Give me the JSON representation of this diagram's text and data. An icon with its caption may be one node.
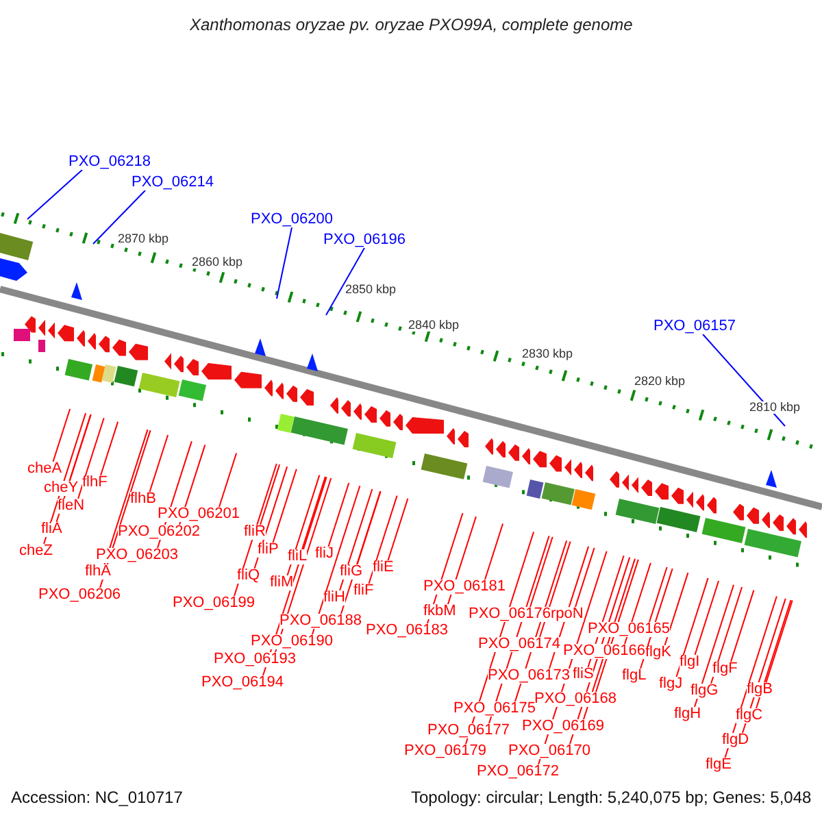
{
  "diagram": {
    "title": "Xanthomonas oryzae pv. oryzae PXO99A, complete genome",
    "nodes": [
      {
        "text": [
          "PXO_06218"
        ]
      },
      {
        "text": [
          "PXO_06214"
        ]
      },
      {
        "text": [
          "PXO_06200"
        ]
      },
      {
        "text": [
          "PXO_06196"
        ]
      },
      {
        "text": [
          "PXO_06157"
        ]
      },
      {
        "text": [
          "cheA"
        ]
      },
      {
        "text": [
          "cheY"
        ]
      },
      {
        "text": [
          "fleN"
        ]
      },
      {
        "text": [
          "flhF"
        ]
      },
      {
        "text": [
          "fliA"
        ]
      },
      {
        "text": [
          "flhB"
        ]
      },
      {
        "text": [
          "PXO_06201"
        ]
      },
      {
        "text": [
          "PXO_06202"
        ]
      },
      {
        "text": [
          "cheZ"
        ]
      },
      {
        "text": [
          "PXO_06203"
        ]
      },
      {
        "text": [
          "flhA"
        ]
      },
      {
        "text": [
          "PXO_06206"
        ]
      },
      {
        "text": [
          "PXO_06199"
        ]
      },
      {
        "text": [
          "fliR"
        ]
      },
      {
        "text": [
          "fliP"
        ]
      },
      {
        "text": [
          "fliQ"
        ]
      },
      {
        "text": [
          "fliL"
        ]
      },
      {
        "text": [
          "fliJ"
        ]
      },
      {
        "text": [
          "fliM"
        ]
      },
      {
        "text": [
          "fliG"
        ]
      },
      {
        "text": [
          "fliE"
        ]
      },
      {
        "text": [
          "fliF"
        ]
      },
      {
        "text": [
          "fliH"
        ]
      },
      {
        "text": [
          "PXO_06188"
        ]
      },
      {
        "text": [
          "PXO_06190"
        ]
      },
      {
        "text": [
          "PXO_06193"
        ]
      },
      {
        "text": [
          "PXO_06194"
        ]
      },
      {
        "text": [
          "PXO_06183"
        ]
      },
      {
        "text": [
          "PXO_06181"
        ]
      },
      {
        "text": [
          "fkbM"
        ]
      },
      {
        "text": [
          "PXO_06176"
        ]
      },
      {
        "text": [
          "rpoN"
        ]
      },
      {
        "text": [
          "PXO_06174"
        ]
      },
      {
        "text": [
          "PXO_06173"
        ]
      },
      {
        "text": [
          "PXO_06175"
        ]
      },
      {
        "text": [
          "PXO_06177"
        ]
      },
      {
        "text": [
          "PXO_06179"
        ]
      },
      {
        "text": [
          "PXO_06168"
        ]
      },
      {
        "text": [
          "PXO_06169"
        ]
      },
      {
        "text": [
          "PXO_06170"
        ]
      },
      {
        "text": [
          "PXO_06172"
        ]
      },
      {
        "text": [
          "PXO_06165"
        ]
      },
      {
        "text": [
          "PXO_06166"
        ]
      },
      {
        "text": [
          "fliS"
        ]
      },
      {
        "text": [
          "flgL"
        ]
      },
      {
        "text": [
          "flgK"
        ]
      },
      {
        "text": [
          "flgI"
        ]
      },
      {
        "text": [
          "flgJ"
        ]
      },
      {
        "text": [
          "flgF"
        ]
      },
      {
        "text": [
          "flgG"
        ]
      },
      {
        "text": [
          "flgH"
        ]
      },
      {
        "text": [
          "flgB"
        ]
      },
      {
        "text": [
          "flgC"
        ]
      },
      {
        "text": [
          "flgD"
        ]
      },
      {
        "text": [
          "flgE"
        ]
      }
    ],
    "edges": [
      {
        "from": 0,
        "to": null,
        "arrow": "none",
        "color": "#0000ff"
      },
      {
        "from": 1,
        "to": null,
        "arrow": "none",
        "color": "#0000ff"
      },
      {
        "from": 2,
        "to": null,
        "arrow": "none",
        "color": "#0000ff"
      },
      {
        "from": 3,
        "to": null,
        "arrow": "none",
        "color": "#0000ff"
      },
      {
        "from": 4,
        "to": null,
        "arrow": "none",
        "color": "#0000ff"
      },
      {
        "from": 5,
        "to": null,
        "arrow": "none"
      },
      {
        "from": 6,
        "to": null,
        "arrow": "none"
      },
      {
        "from": 7,
        "to": null,
        "arrow": "none"
      },
      {
        "from": 8,
        "to": null,
        "arrow": "none"
      },
      {
        "from": 9,
        "to": null,
        "arrow": "none"
      },
      {
        "from": 10,
        "to": null,
        "arrow": "none"
      },
      {
        "from": 11,
        "to": null,
        "arrow": "none"
      },
      {
        "from": 12,
        "to": null,
        "arrow": "none"
      },
      {
        "from": 13,
        "to": null,
        "arrow": "none"
      },
      {
        "from": 14,
        "to": null,
        "arrow": "none"
      },
      {
        "from": 15,
        "to": null,
        "arrow": "none"
      },
      {
        "from": 16,
        "to": null,
        "arrow": "none"
      },
      {
        "from": 17,
        "to": null,
        "arrow": "none"
      },
      {
        "from": 18,
        "to": null,
        "arrow": "none"
      },
      {
        "from": 19,
        "to": null,
        "arrow": "none"
      },
      {
        "from": 20,
        "to": null,
        "arrow": "none"
      },
      {
        "from": 21,
        "to": null,
        "arrow": "none"
      },
      {
        "from": 22,
        "to": null,
        "arrow": "none"
      },
      {
        "from": 23,
        "to": null,
        "arrow": "none"
      },
      {
        "from": 24,
        "to": null,
        "arrow": "none"
      },
      {
        "from": 25,
        "to": null,
        "arrow": "none"
      },
      {
        "from": 26,
        "to": null,
        "arrow": "none"
      },
      {
        "from": 27,
        "to": null,
        "arrow": "none"
      },
      {
        "from": 28,
        "to": null,
        "arrow": "none"
      },
      {
        "from": 29,
        "to": null,
        "arrow": "none"
      },
      {
        "from": 30,
        "to": null,
        "arrow": "none"
      },
      {
        "from": 31,
        "to": null,
        "arrow": "none"
      },
      {
        "from": 32,
        "to": null,
        "arrow": "none"
      },
      {
        "from": 33,
        "to": null,
        "arrow": "none"
      },
      {
        "from": 34,
        "to": null,
        "arrow": "none"
      },
      {
        "from": 35,
        "to": null,
        "arrow": "none"
      },
      {
        "from": 36,
        "to": null,
        "arrow": "none"
      },
      {
        "from": 37,
        "to": null,
        "arrow": "none"
      },
      {
        "from": 38,
        "to": null,
        "arrow": "none"
      },
      {
        "from": 39,
        "to": null,
        "arrow": "none"
      },
      {
        "from": 40,
        "to": null,
        "arrow": "none"
      },
      {
        "from": 41,
        "to": null,
        "arrow": "none"
      },
      {
        "from": 42,
        "to": null,
        "arrow": "none"
      },
      {
        "from": 43,
        "to": null,
        "arrow": "none"
      },
      {
        "from": 44,
        "to": null,
        "arrow": "none"
      },
      {
        "from": 45,
        "to": null,
        "arrow": "none"
      },
      {
        "from": 46,
        "to": null,
        "arrow": "none"
      },
      {
        "from": 47,
        "to": null,
        "arrow": "none"
      },
      {
        "from": 48,
        "to": null,
        "arrow": "none"
      },
      {
        "from": 49,
        "to": null,
        "arrow": "none"
      },
      {
        "from": 50,
        "to": null,
        "arrow": "none"
      },
      {
        "from": 51,
        "to": null,
        "arrow": "none"
      },
      {
        "from": 52,
        "to": null,
        "arrow": "none"
      },
      {
        "from": 53,
        "to": null,
        "arrow": "none"
      },
      {
        "from": 54,
        "to": null,
        "arrow": "none"
      },
      {
        "from": 55,
        "to": null,
        "arrow": "none"
      },
      {
        "from": 56,
        "to": null,
        "arrow": "none"
      },
      {
        "from": 57,
        "to": null,
        "arrow": "none"
      },
      {
        "from": 58,
        "to": null,
        "arrow": "none"
      },
      {
        "from": 59,
        "to": null,
        "arrow": "none"
      }
    ],
    "labels": [
      "2870 kbp",
      "2860 kbp",
      "2850 kbp",
      "2840 kbp",
      "2830 kbp",
      "2820 kbp",
      "2810 kbp",
      "Accession: NC_010717",
      "Topology: circular; Length: 5,240,075 bp; Genes: 5,048"
    ]
  }
}
